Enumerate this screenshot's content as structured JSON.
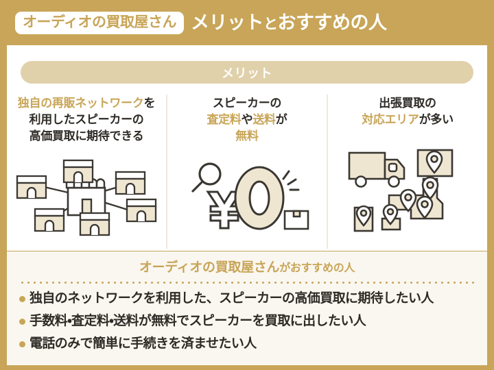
{
  "header": {
    "brand_badge": "オーディオの買取屋さん",
    "title_main": "メリット",
    "title_particle": "と",
    "title_tail": "おすすめの人"
  },
  "merit_section": {
    "pill_label": "メリット",
    "columns": [
      {
        "title_parts": [
          {
            "text": "独自の再販ネットワーク",
            "highlight": true
          },
          {
            "text": "を",
            "highlight": false
          },
          {
            "text": "利用したスピーカーの",
            "highlight": false
          },
          {
            "text": "高価買取に期待できる",
            "highlight": false
          }
        ],
        "icon": "shop-network-icon"
      },
      {
        "title_parts": [
          {
            "text": "スピーカーの",
            "highlight": false
          },
          {
            "text": "査定料",
            "highlight": true
          },
          {
            "text": "や",
            "highlight": false
          },
          {
            "text": "送料",
            "highlight": true
          },
          {
            "text": "が",
            "highlight": false
          },
          {
            "text": "無料",
            "highlight": true
          }
        ],
        "icon": "zero-yen-free-icon"
      },
      {
        "title_parts": [
          {
            "text": "出張買取の",
            "highlight": false
          },
          {
            "text": "対応エリア",
            "highlight": true
          },
          {
            "text": "が多い",
            "highlight": false
          }
        ],
        "icon": "truck-map-pins-icon"
      }
    ]
  },
  "recommend_section": {
    "title_brand": "オーディオの買取屋さん",
    "title_tail": "がおすすめの人",
    "bullets": [
      "独自のネットワークを利用した、スピーカーの高価買取に期待したい人",
      "手数料・査定料・送料が無料でスピーカーを買取に出したい人",
      "電話のみで簡単に手続きを済ませたい人"
    ]
  },
  "colors": {
    "brand_gold": "#c8a558",
    "pill_gold": "#e0d1ab",
    "cream_bg": "#faf7f0",
    "illustration_fill": "#efe6d2",
    "ink": "#3a3732",
    "divider": "#f0e8da"
  }
}
